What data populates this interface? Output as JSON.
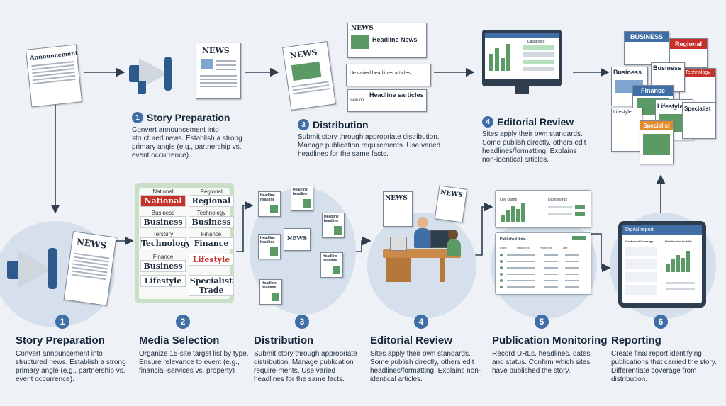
{
  "top_row": {
    "announcement_label": "Announcement",
    "news_label": "NEWS",
    "dist_headlines": [
      "Headline News",
      "Ue varied headlines articles",
      "Headline sarticles"
    ],
    "dist_side_labels": [
      "NEWS",
      "New oo"
    ],
    "editorial_label": "Dashboard",
    "final_tags": [
      "BUSINESS",
      "Regional",
      "Business",
      "Technology",
      "Business",
      "Finance",
      "Lifestyle",
      "Specialist",
      "Lifestyle",
      "Specialist"
    ],
    "steps": [
      {
        "num": "1",
        "title": "Story Preparation",
        "desc": "Convert announcement into structured news. Establish a strong primary angle (e.g., partnership vs. event occurrence)."
      },
      {
        "num": "3",
        "title": "Distribution",
        "desc": "Submit story through appropriate distribution. Manage publication requirements. Use varied headlines for the same facts."
      },
      {
        "num": "4",
        "title": "Editorial Review",
        "desc": "Sites apply their own standards. Some publish directly, others edit headlines/formatting. Explains non-identical articles."
      }
    ]
  },
  "bottom_row": {
    "media_grid": [
      {
        "small": "National",
        "big": "National",
        "highlight": true
      },
      {
        "small": "Regional",
        "big": "Regional",
        "highlight": false
      },
      {
        "small": "Business",
        "big": "Business",
        "highlight": false
      },
      {
        "small": "Technology",
        "big": "Business",
        "highlight": false
      },
      {
        "small": "Terstury",
        "big": "Technology",
        "highlight": false
      },
      {
        "small": "Finance",
        "big": "Finance",
        "highlight": false
      },
      {
        "small": "Finance",
        "big": "Business",
        "highlight": false
      },
      {
        "small": "",
        "big": "Lifestyle",
        "highlight": false
      },
      {
        "small": "",
        "big": "Lifestyle",
        "highlight": false
      },
      {
        "small": "",
        "big": "Specialist Trade",
        "highlight": false
      }
    ],
    "hub_label": "NEWS",
    "headline_docs": [
      "Headline headline",
      "Headline headline",
      "Headline headline",
      "Headline headline",
      "Headline headline",
      "Headline headline"
    ],
    "monitor_chart_title": "Live charts",
    "monitor_dash_title": "Dashboards",
    "monitor_table_title": "Published links",
    "monitor_table_cols": [
      "Index",
      "Headlines",
      "Published",
      "Date"
    ],
    "report_title": "Digital report",
    "report_sections": [
      "Confirmed Coverage",
      "Distribution Activity"
    ],
    "steps": [
      {
        "num": "1",
        "title": "Story Preparation",
        "desc": "Convert announcement into structured news. Establish a strong primary angle (e.g., partnership vs. event occurrence)."
      },
      {
        "num": "2",
        "title": "Media Selection",
        "desc": "Organize 15-site target list by type. Ensure relevance to event (e.g., financial-services vs. property)"
      },
      {
        "num": "3",
        "title": "Distribution",
        "desc": "Submit story through appropriate distribution. Manage publication require-ments. Use varied headlines for the same facts."
      },
      {
        "num": "4",
        "title": "Editorial Review",
        "desc": "Sites apply their own standards. Some publish directly, others edit headlines/formatting. Explains non-identical articles."
      },
      {
        "num": "5",
        "title": "Publication Monitoring",
        "desc": "Record URLs, headlines, dates, and status. Confirm which sites have published the story."
      },
      {
        "num": "6",
        "title": "Reporting",
        "desc": "Create final report identifying publications that carried the story. Differentiate coverage from distribution."
      }
    ]
  },
  "colors": {
    "accent": "#3f6fa6",
    "red": "#c8312a",
    "green": "#5b9a64",
    "bg": "#eef2f6"
  }
}
